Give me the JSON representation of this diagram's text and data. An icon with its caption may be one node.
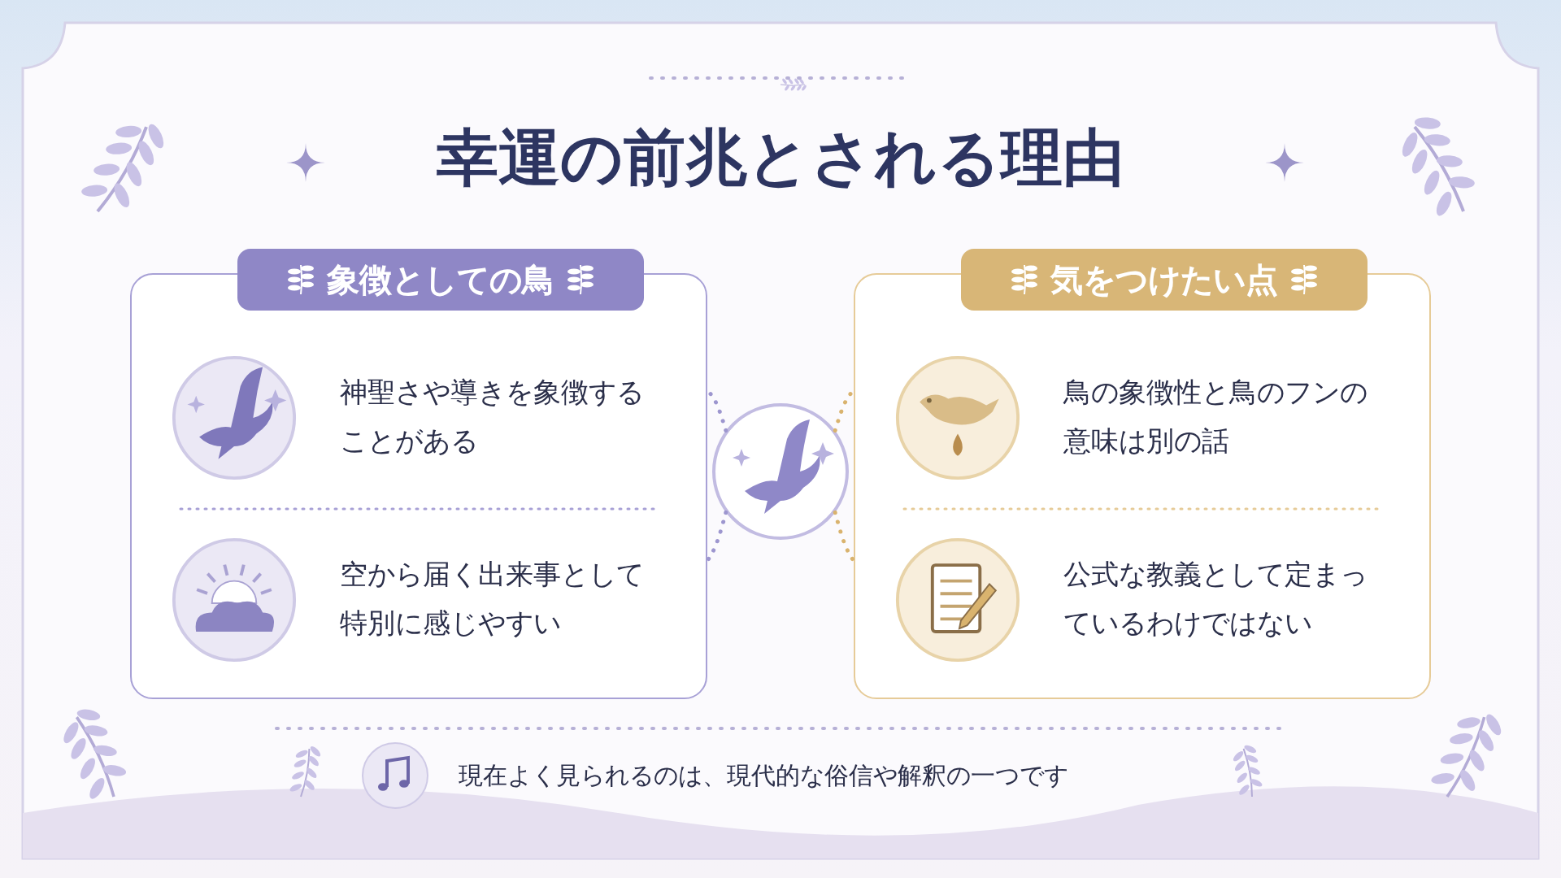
{
  "diagram": {
    "title": "幸運の前兆とされる理由",
    "nodes": [
      {
        "text": [
          "象徴としての鳥"
        ]
      },
      {
        "text": [
          "神聖さや導きを象徴することがある"
        ],
        "in": 0
      },
      {
        "text": [
          "空から届く出来事として特別に感じやすい"
        ],
        "in": 0
      },
      {
        "text": [],
        "shape": "picture"
      },
      {
        "text": [
          "気をつけたい点"
        ]
      },
      {
        "text": [
          "鳥の象徴性と鳥のフンの意味は別の話"
        ],
        "in": 4
      },
      {
        "text": [
          "公式な教義として定まっているわけではない"
        ],
        "in": 4
      }
    ],
    "edges": [
      {
        "from": 3,
        "to": 0,
        "arrow": "none",
        "style": "dashed",
        "color": "#9d96cf"
      },
      {
        "from": 3,
        "to": 0,
        "arrow": "none",
        "style": "dashed",
        "color": "#9d96cf"
      },
      {
        "from": 3,
        "to": 4,
        "arrow": "none",
        "style": "dashed",
        "color": "#d9b36e"
      },
      {
        "from": 3,
        "to": 4,
        "arrow": "none",
        "style": "dashed",
        "color": "#d9b36e"
      }
    ],
    "labels": [
      "現在よく見られるのは、現代的な俗信や解釈の一つです"
    ]
  }
}
